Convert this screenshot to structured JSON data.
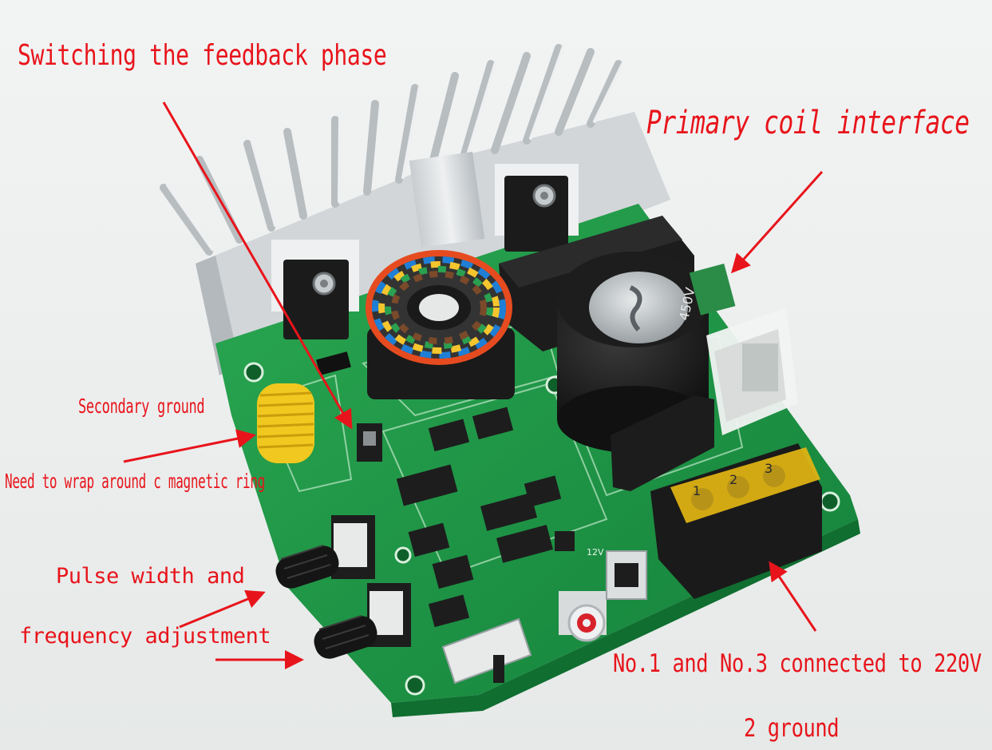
{
  "labels": {
    "switch_phase": "Switching the feedback phase",
    "primary_coil": "Primary coil interface",
    "secondary_ground": "Secondary ground",
    "wrap_ring": "Need to wrap around c magnetic ring",
    "pulse_width": "Pulse width and",
    "frequency_adj": "frequency adjustment",
    "no13": "No.1 and No.3 connected to 220V",
    "ground2": "2 ground"
  },
  "board": {
    "capacitor_rating": "450V",
    "terminal_numbers": [
      "1",
      "2",
      "3"
    ],
    "silk_12v": "12V"
  },
  "colors": {
    "annotation": "#e8141b",
    "pcb": "#1f9a45",
    "heatsink": "#d3d7da",
    "terminal_cover": "#e3b512"
  }
}
